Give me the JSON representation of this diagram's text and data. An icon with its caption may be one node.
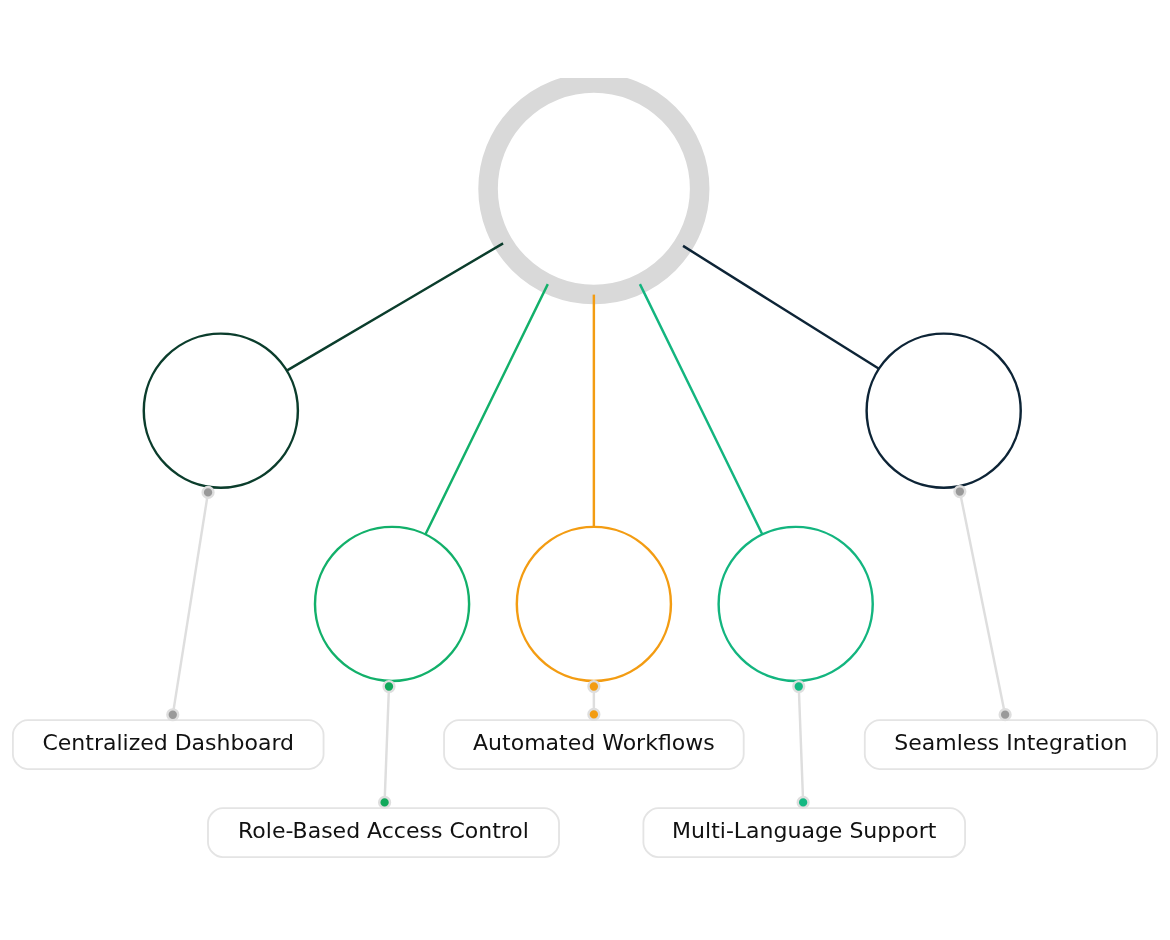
{
  "diagram": {
    "nodes": [
      {
        "text": [],
        "shape": "circle"
      },
      {
        "text": [],
        "shape": "circle"
      },
      {
        "text": [],
        "shape": "circle"
      },
      {
        "text": [],
        "shape": "circle"
      },
      {
        "text": [],
        "shape": "circle"
      },
      {
        "text": [],
        "shape": "circle"
      },
      {
        "text": [
          "Centralized Dashboard"
        ]
      },
      {
        "text": [
          "Automated Workflows"
        ]
      },
      {
        "text": [
          "Seamless Integration"
        ]
      },
      {
        "text": [
          "Role-Based Access Control"
        ]
      },
      {
        "text": [
          "Multi-Language Support"
        ]
      }
    ],
    "edges": [
      {
        "from": 0,
        "to": 1,
        "arrow": "none",
        "color": "#0b3d2c"
      },
      {
        "from": 0,
        "to": 3,
        "arrow": "none",
        "color": "#12b06a"
      },
      {
        "from": 0,
        "to": 4,
        "arrow": "none",
        "color": "#f39c12"
      },
      {
        "from": 0,
        "to": 5,
        "arrow": "none",
        "color": "#13b57f"
      },
      {
        "from": 0,
        "to": 2,
        "arrow": "none",
        "color": "#0d2436"
      },
      {
        "from": 1,
        "to": 6,
        "arrow": "other",
        "color": "#dedede"
      },
      {
        "from": 3,
        "to": 9,
        "arrow": "other",
        "color": "#dedede"
      },
      {
        "from": 4,
        "to": 7,
        "arrow": "other",
        "color": "#dedede"
      },
      {
        "from": 5,
        "to": 10,
        "arrow": "other",
        "color": "#dedede"
      },
      {
        "from": 2,
        "to": 8,
        "arrow": "other",
        "color": "#dedede"
      }
    ]
  }
}
